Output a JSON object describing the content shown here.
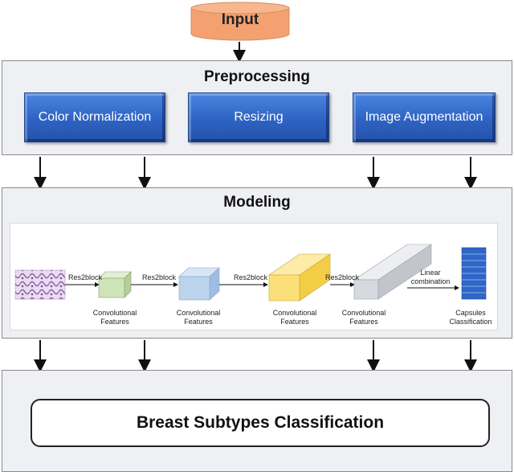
{
  "input": {
    "label": "Input"
  },
  "preprocessing": {
    "title": "Preprocessing",
    "steps": [
      {
        "label": "Color Normalization"
      },
      {
        "label": "Resizing"
      },
      {
        "label": "Image Augmentation"
      }
    ]
  },
  "modeling": {
    "title": "Modeling",
    "block_label": "Res2block",
    "features_label_1": "Convolutional",
    "features_label_2": "Features",
    "linear_label_1": "Linear",
    "linear_label_2": "combination",
    "capsules_label_1": "Capsules",
    "capsules_label_2": "Classification"
  },
  "output": {
    "label": "Breast Subtypes Classification"
  },
  "colors": {
    "input_fill": "#f4a172",
    "step_blue": "#3a72d4",
    "cube_green": "#cfe3b8",
    "cube_blue": "#bcd3ee",
    "cube_yellow": "#fbe07a",
    "cube_gray": "#d6d9de",
    "capsule_blue": "#2f66c9"
  }
}
